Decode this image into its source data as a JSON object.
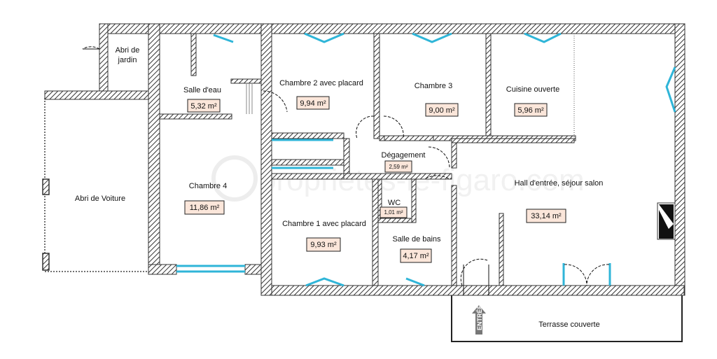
{
  "rooms": {
    "abri_jardin": {
      "line1": "Abri de",
      "line2": "jardin"
    },
    "salle_eau": {
      "label": "Salle d'eau",
      "area": "5,32 m²"
    },
    "chambre2": {
      "label": "Chambre 2 avec placard",
      "area": "9,94 m²"
    },
    "chambre3": {
      "label": "Chambre 3",
      "area": "9,00 m²"
    },
    "cuisine": {
      "label": "Cuisine ouverte",
      "area": "5,96 m²"
    },
    "degagement": {
      "label": "Dégagement",
      "area": "2,59 m²"
    },
    "abri_voiture": {
      "label": "Abri de Voiture"
    },
    "chambre4": {
      "label": "Chambre 4",
      "area": "11,86 m²"
    },
    "hall": {
      "label": "Hall d'entrée, séjour salon",
      "area": "33,14 m²"
    },
    "wc": {
      "label": "WC",
      "area": "1,01 m²"
    },
    "chambre1": {
      "label": "Chambre 1 avec placard",
      "area": "9,93 m²"
    },
    "salle_bains": {
      "label": "Salle de bains",
      "area": "4,17 m²"
    },
    "terrasse": {
      "label": "Terrasse couverte"
    }
  },
  "entry": {
    "label": "ENTRÉE"
  },
  "colors": {
    "wall": "#333333",
    "window": "#2fb5d8",
    "area_fill": "#fbe6da",
    "entry_arrow": "#777777"
  }
}
